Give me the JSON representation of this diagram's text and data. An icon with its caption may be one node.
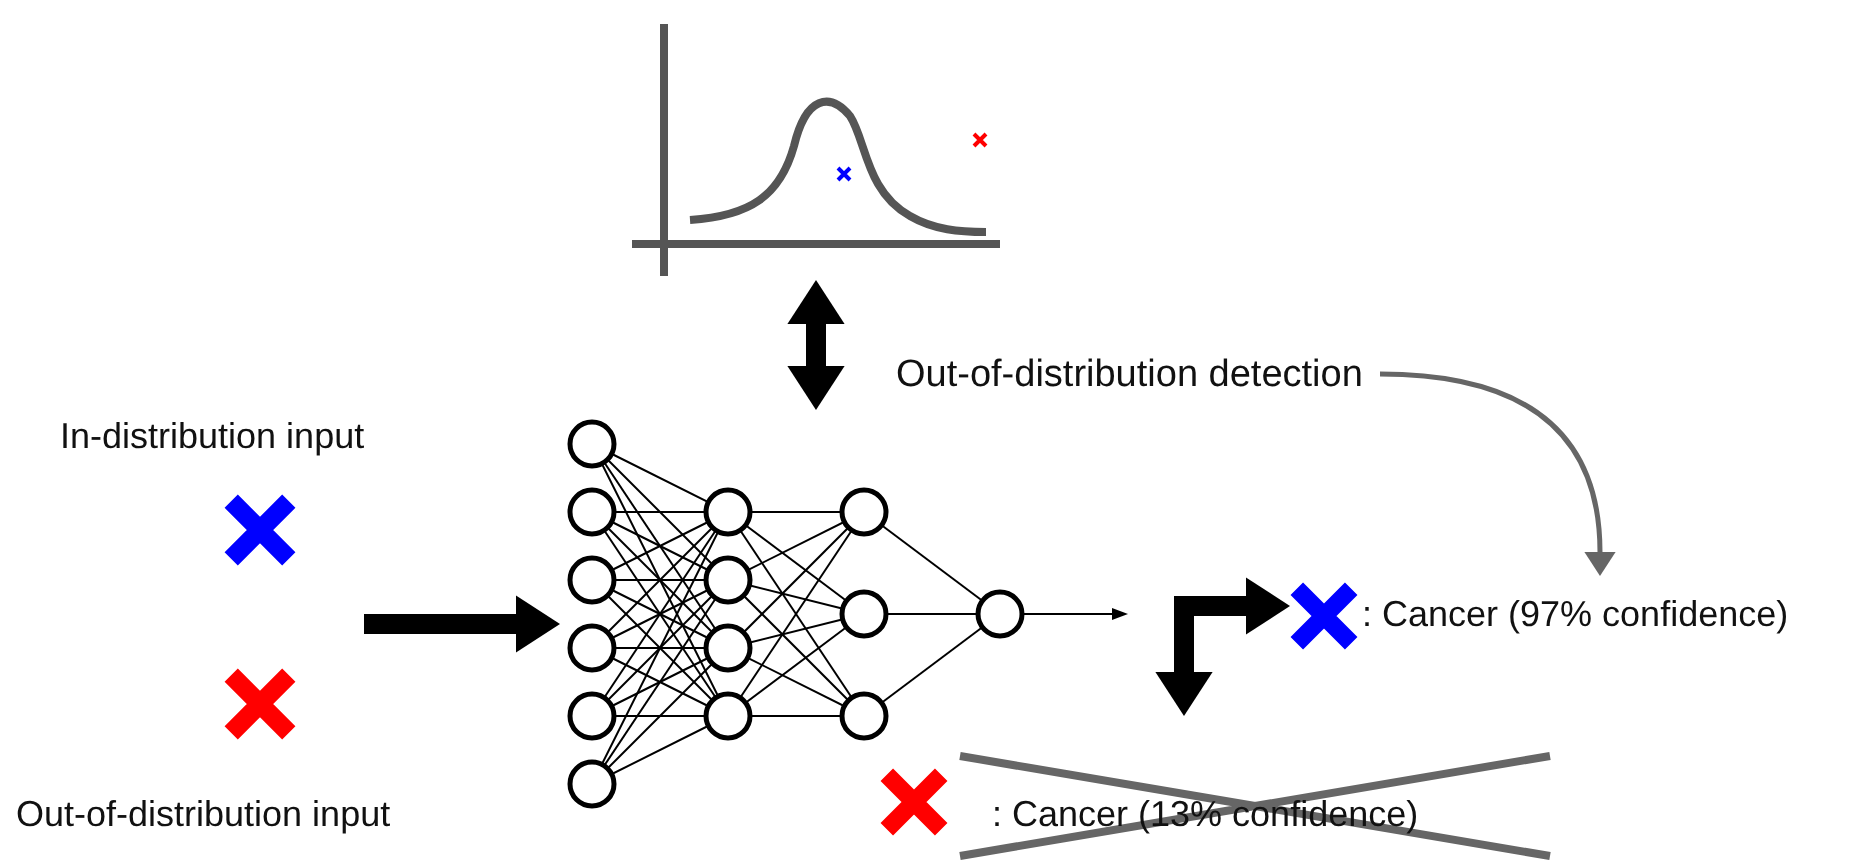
{
  "diagram": {
    "nodes": [
      {
        "text": [
          "In-distribution input"
        ]
      },
      {
        "text": [
          "Out-of-distribution input"
        ]
      },
      {
        "text": [],
        "shape": "picture"
      },
      {
        "text": [],
        "shape": "picture"
      },
      {
        "text": [
          "Out-of-distribution detection"
        ]
      },
      {
        "text": [
          ": Cancer (97% confidence)"
        ]
      },
      {
        "text": [
          ": Cancer (13% confidence)"
        ]
      }
    ],
    "edges": [
      {
        "from": null,
        "to": 3,
        "arrow": "to"
      },
      {
        "from": 2,
        "to": 3,
        "arrow": "both"
      },
      {
        "from": 6,
        "to": 5,
        "arrow": "both"
      },
      {
        "from": 4,
        "to": 5,
        "arrow": "to",
        "color": "#666666"
      }
    ]
  }
}
